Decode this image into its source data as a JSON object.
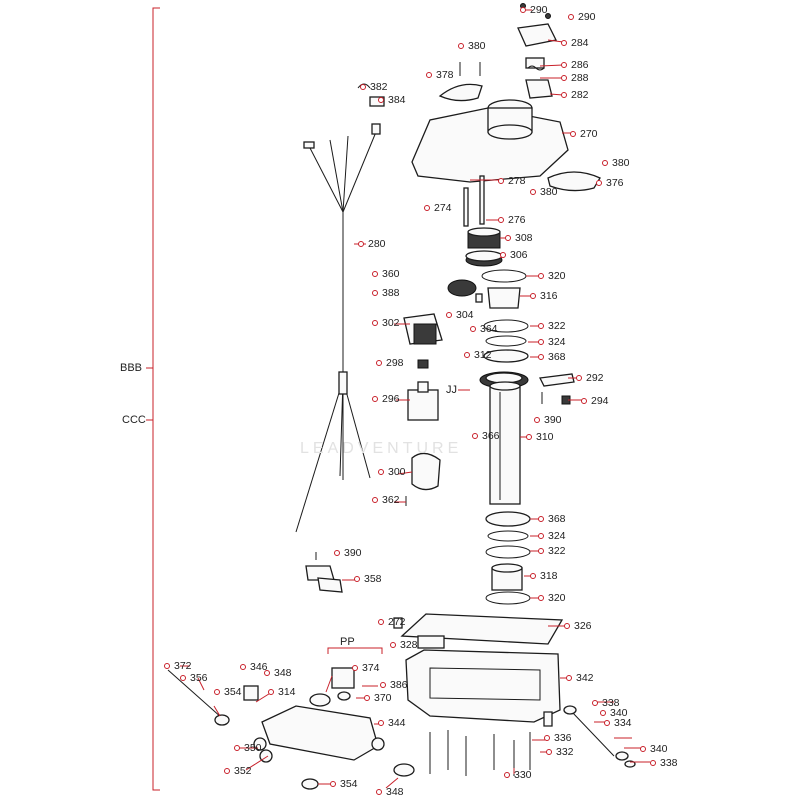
{
  "brackets": [
    {
      "id": "bbb",
      "label": "BBB"
    },
    {
      "id": "ccc",
      "label": "CCC"
    }
  ],
  "groups": [
    {
      "id": "pp",
      "label": "PP"
    },
    {
      "id": "jj",
      "label": "JJ"
    }
  ],
  "watermark": "LEADVENTURE",
  "colors": {
    "leader": "#c8202a",
    "ink": "#1c1c1c"
  },
  "callouts": [
    "290",
    "290",
    "284",
    "380",
    "378",
    "286",
    "288",
    "282",
    "382",
    "384",
    "270",
    "380",
    "380",
    "376",
    "278",
    "274",
    "276",
    "280",
    "308",
    "306",
    "360",
    "320",
    "388",
    "316",
    "304",
    "302",
    "364",
    "322",
    "324",
    "368",
    "298",
    "312",
    "292",
    "JJ",
    "296",
    "390",
    "294",
    "366",
    "310",
    "300",
    "362",
    "368",
    "324",
    "322",
    "390",
    "318",
    "358",
    "320",
    "272",
    "326",
    "328",
    "PP",
    "372",
    "346",
    "356",
    "374",
    "348",
    "386",
    "342",
    "354",
    "314",
    "370",
    "338",
    "340",
    "344",
    "334",
    "336",
    "350",
    "332",
    "340",
    "352",
    "338",
    "330",
    "354",
    "348"
  ]
}
